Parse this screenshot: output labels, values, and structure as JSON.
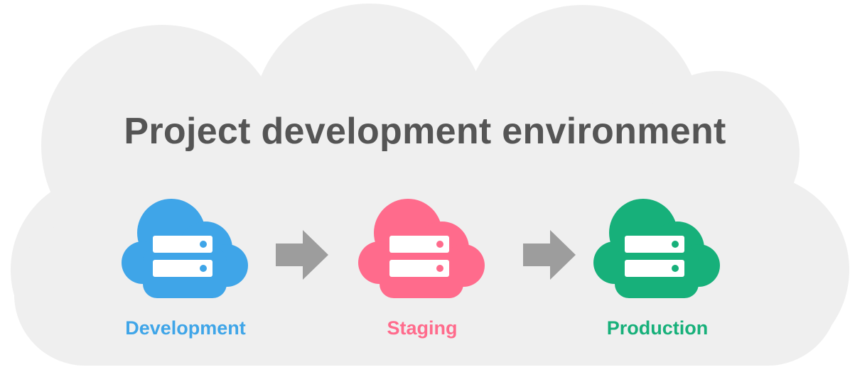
{
  "diagram": {
    "title": "Project development environment",
    "background_color": "#efefef",
    "stages": [
      {
        "label": "Development",
        "color": "#3fa5e8",
        "icon": "cloud-server-icon"
      },
      {
        "label": "Staging",
        "color": "#ff6b8c",
        "icon": "cloud-server-icon"
      },
      {
        "label": "Production",
        "color": "#17b07a",
        "icon": "cloud-server-icon"
      }
    ],
    "arrow_color": "#9d9d9d",
    "arrow_icon": "arrow-right-icon"
  }
}
